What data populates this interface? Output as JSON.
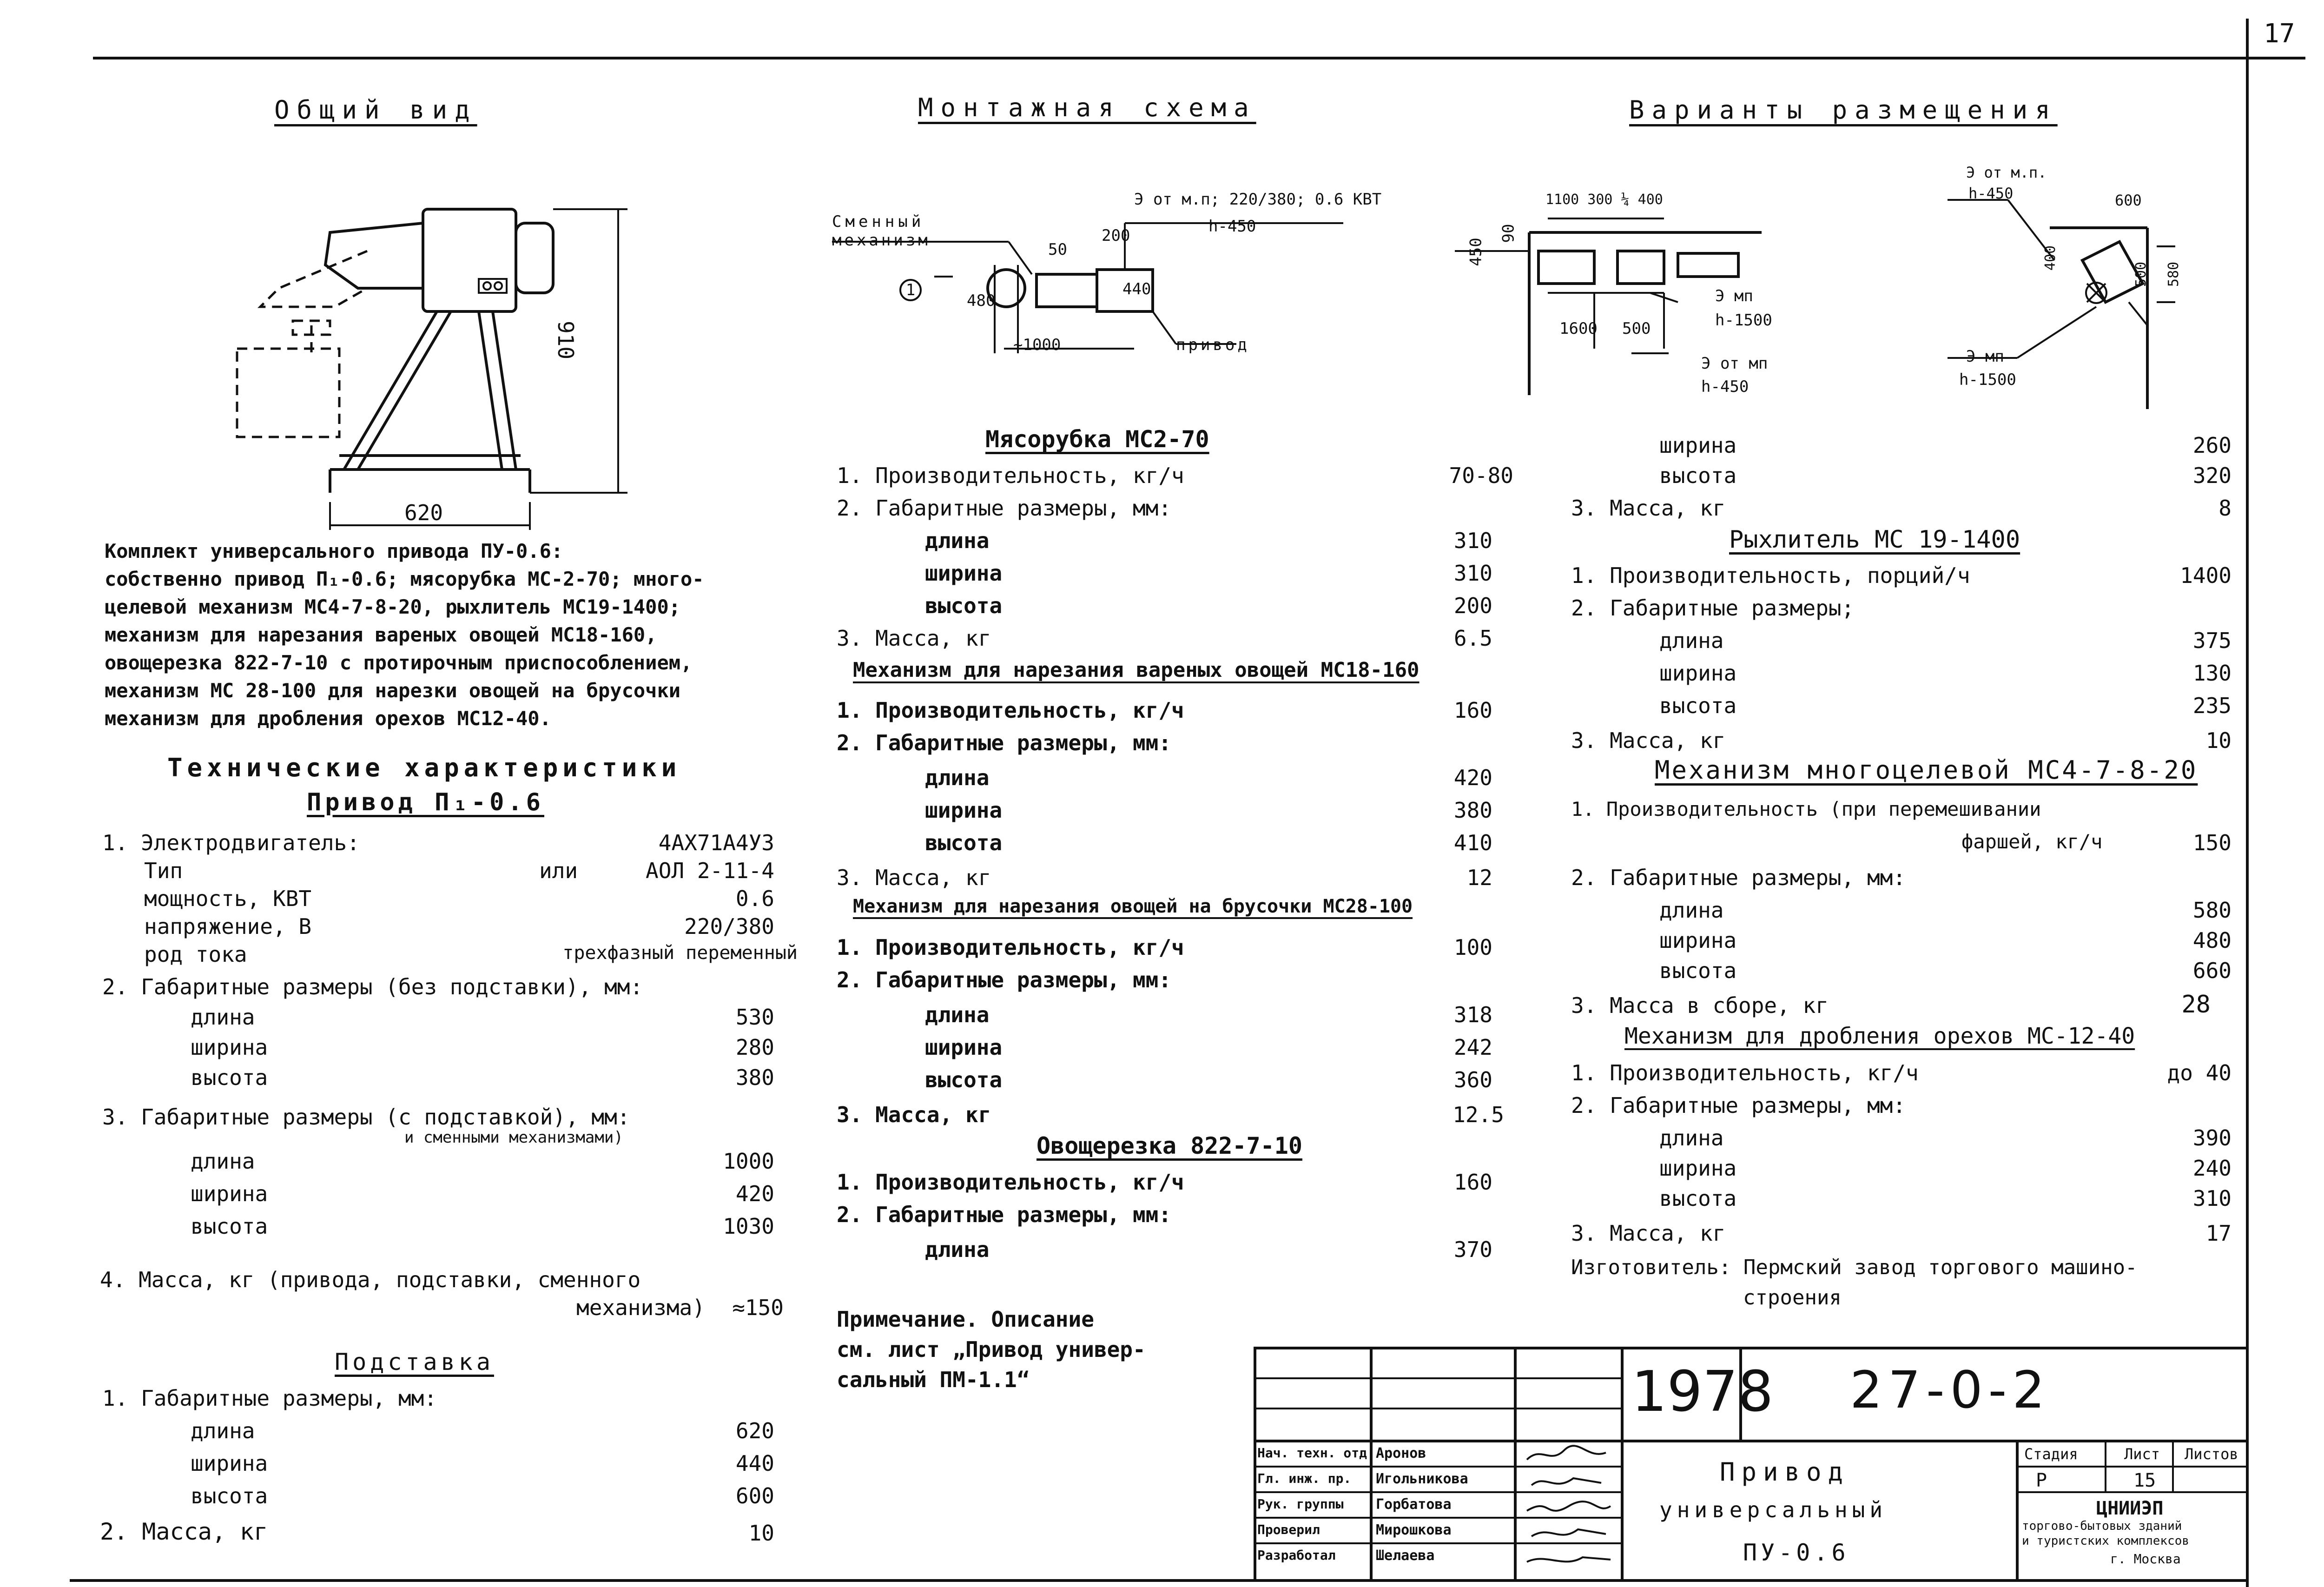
{
  "sheet_number": "17",
  "headings": {
    "general_view": "Общий вид",
    "mounting_scheme": "Монтажная схема",
    "placement_variants": "Варианты размещения"
  },
  "general_view": {
    "dim_height": "910",
    "dim_width": "620"
  },
  "mounting": {
    "replaceable_label_1": "Сменный",
    "replaceable_label_2": "механизм",
    "circle_num": "1",
    "dim_50": "50",
    "dim_200": "200",
    "dim_480": "480",
    "dim_440": "440",
    "dim_1000": "~1000",
    "power_spec": "Э от м.п; 220/380; 0.6 КВТ",
    "h_450": "h-450",
    "drive_label": "привод"
  },
  "placement": {
    "v1_dims": "1100 300 ¼ 400",
    "v1_450": "450",
    "v1_90": "90",
    "v1_1600": "1600",
    "v1_500": "500",
    "v1_emp": "Э мп",
    "v1_h1500": "h-1500",
    "v1_eotmp": "Э от мп",
    "v1_h450": "h-450",
    "v2_eotmp": "Э от м.п.",
    "v2_h450": "h-450",
    "v2_600": "600",
    "v2_400": "400",
    "v2_500": "500",
    "v2_580": "580",
    "v2_emp": "Э мп",
    "v2_h1500": "h-1500"
  },
  "kit_description": [
    "Комплект универсального привода ПУ-0.6:",
    "собственно привод П₁-0.6; мясорубка МС-2-70; много-",
    "целевой механизм МС4-7-8-20, рыхлитель МС19-1400;",
    "механизм для нарезания вареных овощей МС18-160,",
    "овощерезка 822-7-10 с протирочным приспособлением,",
    "механизм МС 28-100 для нарезки овощей на брусочки",
    "механизм для дробления орехов МС12-40."
  ],
  "tech_title": "Технические характеристики",
  "drive": {
    "title": "Привод П₁-0.6",
    "l1": "1. Электродвигатель:",
    "l1v": "4АХ71А4У3",
    "l2": "Тип",
    "l2m": "или",
    "l2v": "АОЛ 2-11-4",
    "l3": "мощность, КВТ",
    "l3v": "0.6",
    "l4": "напряжение, В",
    "l4v": "220/380",
    "l5": "род тока",
    "l5v": "трехфазный переменный",
    "l6": "2. Габаритные размеры (без подставки), мм:",
    "l7": "длина",
    "l7v": "530",
    "l8": "ширина",
    "l8v": "280",
    "l9": "высота",
    "l9v": "380",
    "l10": "3. Габаритные размеры (с подставкой), мм:",
    "l10b": "и сменными механизмами)",
    "l11": "длина",
    "l11v": "1000",
    "l12": "ширина",
    "l12v": "420",
    "l13": "высота",
    "l13v": "1030",
    "l14": "4. Масса, кг (привода, подставки, сменного",
    "l15": "механизма)",
    "l15v": "≈150"
  },
  "stand": {
    "title": "Подставка",
    "l1": "1. Габаритные размеры, мм:",
    "l2": "длина",
    "l2v": "620",
    "l3": "ширина",
    "l3v": "440",
    "l4": "высота",
    "l4v": "600",
    "l5": "2. Масса, кг",
    "l5v": "10"
  },
  "grinder": {
    "title": "Мясорубка МС2-70",
    "l1": "1. Производительность, кг/ч",
    "l1v": "70-80",
    "l2": "2. Габаритные размеры, мм:",
    "l3": "длина",
    "l3v": "310",
    "l4": "ширина",
    "l4v": "310",
    "l5": "высота",
    "l5v": "200",
    "l6": "3. Масса, кг",
    "l6v": "6.5"
  },
  "boiled": {
    "title": "Механизм для нарезания вареных овощей МС18-160",
    "l1": "1. Производительность, кг/ч",
    "l1v": "160",
    "l2": "2. Габаритные размеры, мм:",
    "l3": "длина",
    "l3v": "420",
    "l4": "ширина",
    "l4v": "380",
    "l5": "высота",
    "l5v": "410",
    "l6": "3. Масса, кг",
    "l6v": "12"
  },
  "bars": {
    "title": "Механизм для нарезания овощей на брусочки МС28-100",
    "l1": "1. Производительность, кг/ч",
    "l1v": "100",
    "l2": "2. Габаритные размеры, мм:",
    "l3": "длина",
    "l3v": "318",
    "l4": "ширина",
    "l4v": "242",
    "l5": "высота",
    "l5v": "360",
    "l6": "3. Масса, кг",
    "l6v": "12.5"
  },
  "cutter": {
    "title": "Овощерезка 822-7-10",
    "l1": "1. Производительность, кг/ч",
    "l1v": "160",
    "l2": "2. Габаритные размеры, мм:",
    "l3": "длина",
    "l3v": "370"
  },
  "note": [
    "Примечание. Описание",
    "см. лист „Привод универ-",
    "сальный ПМ-1.1“"
  ],
  "right_cont": {
    "l1": "ширина",
    "l1v": "260",
    "l2": "высота",
    "l2v": "320",
    "l3": "3. Масса, кг",
    "l3v": "8"
  },
  "loosener": {
    "title": "Рыхлитель МС 19-1400",
    "l1": "1. Производительность, порций/ч",
    "l1v": "1400",
    "l2": "2. Габаритные размеры;",
    "l3": "длина",
    "l3v": "375",
    "l4": "ширина",
    "l4v": "130",
    "l5": "высота",
    "l5v": "235",
    "l6": "3. Масса, кг",
    "l6v": "10"
  },
  "multi": {
    "title": "Механизм многоцелевой МС4-7-8-20",
    "l1": "1. Производительность (при перемешивании",
    "l1b": "фаршей, кг/ч",
    "l1v": "150",
    "l2": "2. Габаритные размеры, мм:",
    "l3": "длина",
    "l3v": "580",
    "l4": "ширина",
    "l4v": "480",
    "l5": "высота",
    "l5v": "660",
    "l6": "3. Масса в сборе, кг",
    "l6v": "28"
  },
  "nuts": {
    "title": "Механизм для дробления орехов МС-12-40",
    "l1": "1. Производительность, кг/ч",
    "l1v": "до 40",
    "l2": "2. Габаритные размеры, мм:",
    "l3": "длина",
    "l3v": "390",
    "l4": "ширина",
    "l4v": "240",
    "l5": "высота",
    "l5v": "310",
    "l6": "3. Масса, кг",
    "l6v": "17",
    "maker1": "Изготовитель: Пермский завод торгового машино-",
    "maker2": "строения"
  },
  "title_block": {
    "year": "1978",
    "code": "27-0-2",
    "name1": "Привод",
    "name2": "универсальный",
    "name3": "ПУ-0.6",
    "stage_h": "Стадия",
    "sheet_h": "Лист",
    "sheets_h": "Листов",
    "stage": "Р",
    "sheet": "15",
    "org1": "ЦНИИЭП",
    "org2": "торгово-бытовых зданий",
    "org3": "и туристских комплексов",
    "org4": "г. Москва",
    "roles": [
      "Нач. техн. отд.",
      "Гл. инж. пр.",
      "Рук. группы",
      "Проверил",
      "Разработал"
    ],
    "names": [
      "Аронов",
      "Игольникова",
      "Горбатова",
      "Мирошкова",
      "Шелаева"
    ]
  }
}
